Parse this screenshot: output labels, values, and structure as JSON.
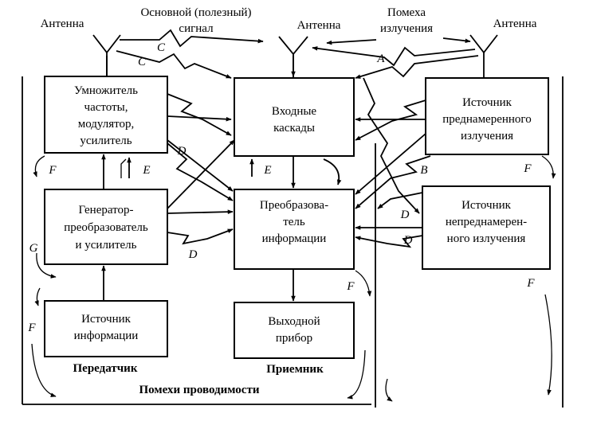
{
  "labels": {
    "antenna_left": "Антенна",
    "antenna_center": "Антенна",
    "antenna_right": "Антенна",
    "useful_signal_line1": "Основной (полезный)",
    "useful_signal_line2": "сигнал",
    "emission_interference_line1": "Помеха",
    "emission_interference_line2": "излучения"
  },
  "boxes": {
    "multiplier": [
      "Умножитель",
      "частоты,",
      "модулятор,",
      "усилитель"
    ],
    "generator": [
      "Генератор-",
      "преобразователь",
      "и усилитель"
    ],
    "info_source": [
      "Источник",
      "информации"
    ],
    "input_stages": [
      "Входные",
      "каскады"
    ],
    "info_converter": [
      "Преобразова-",
      "тель",
      "информации"
    ],
    "output_device": [
      "Выходной",
      "прибор"
    ],
    "intentional_source": [
      "Источник",
      "преднамеренного",
      "излучения"
    ],
    "unintentional_source": [
      "Источник",
      "непреднамерен-",
      "ного излучения"
    ]
  },
  "sections": {
    "transmitter": "Передатчик",
    "receiver": "Приемник",
    "conduction_interference": "Помехи проводимости"
  },
  "letters": {
    "A": "A",
    "B": "B",
    "C": "C",
    "D": "D",
    "E": "E",
    "F": "F",
    "G": "G"
  }
}
